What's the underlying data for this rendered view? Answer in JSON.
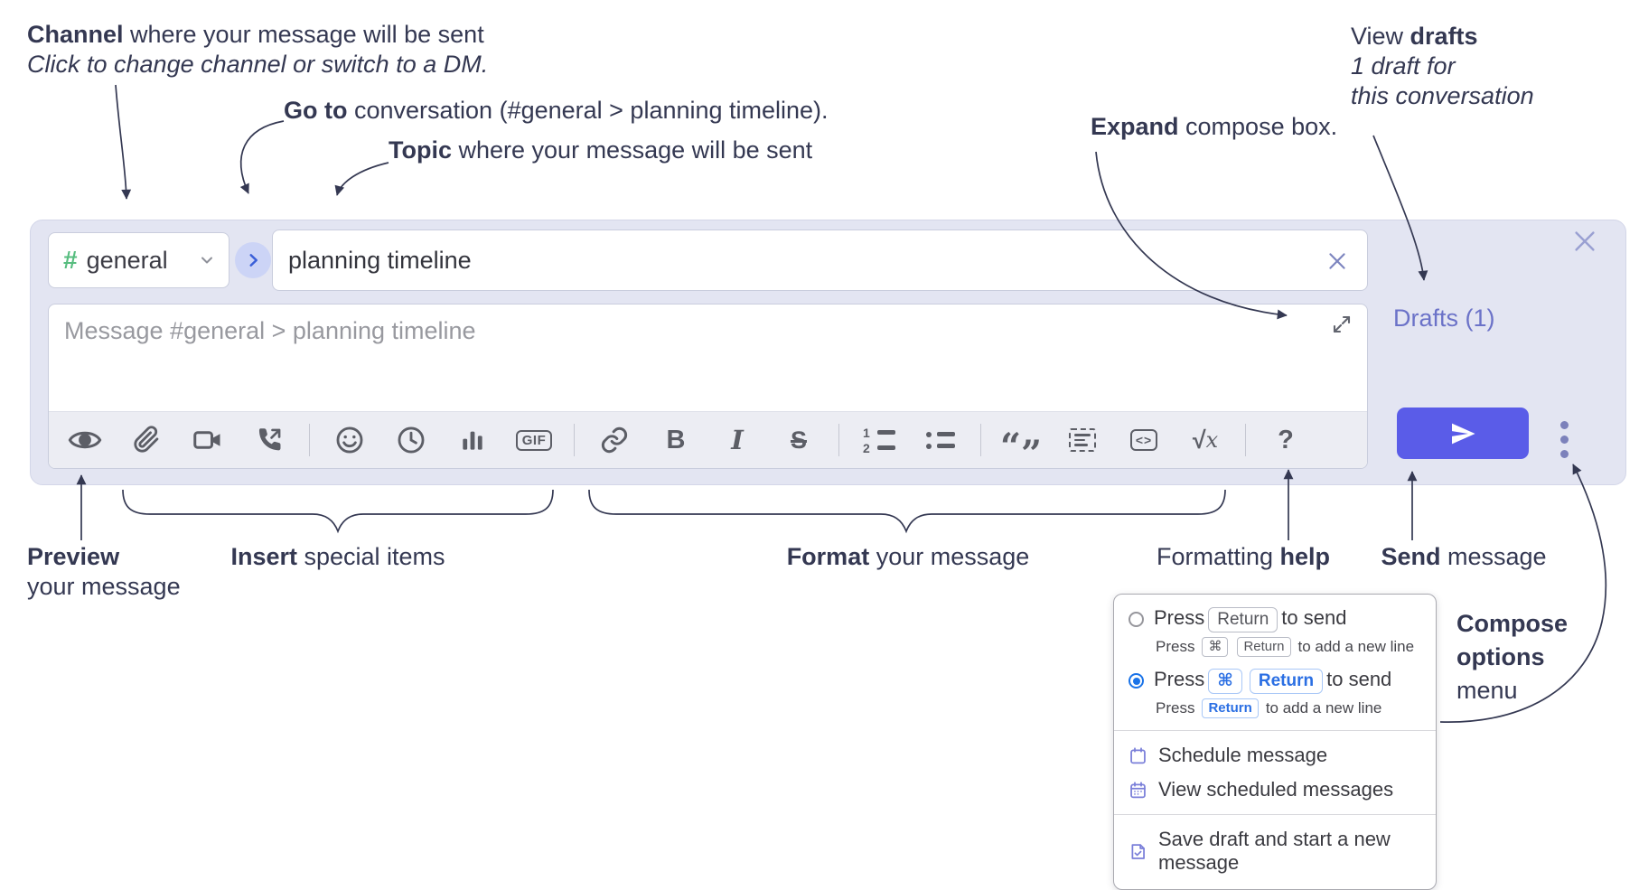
{
  "annotations": {
    "channel": {
      "bold": "Channel",
      "rest": " where your message will be sent",
      "sub": "Click to change channel or switch to a DM."
    },
    "goto": {
      "bold": "Go to",
      "rest": " conversation (#general > planning timeline)."
    },
    "topic": {
      "bold": "Topic",
      "rest": " where your message will be sent"
    },
    "expand": {
      "bold": "Expand",
      "rest": " compose box."
    },
    "drafts": {
      "pre": "View ",
      "bold": "drafts",
      "sub1": "1 draft for",
      "sub2": "this conversation"
    },
    "preview": {
      "bold": "Preview",
      "rest": "your message"
    },
    "insert": {
      "bold": "Insert",
      "rest": " special items"
    },
    "format": {
      "bold": "Format",
      "rest": " your message"
    },
    "help": {
      "pre": "Formatting ",
      "bold": "help"
    },
    "send": {
      "bold": "Send",
      "rest": " message"
    },
    "options": {
      "bold1": "Compose",
      "bold2": "options",
      "rest": "menu"
    }
  },
  "compose": {
    "channel_hash": "#",
    "channel_name": "general",
    "topic_value": "planning timeline",
    "message_placeholder": "Message #general > planning timeline",
    "drafts_label": "Drafts (1)"
  },
  "toolbar": {
    "gif": "GIF",
    "bold": "B",
    "italic": "I",
    "strike": "S",
    "num1": "1",
    "num2": "2",
    "quote_open": "“",
    "quote_close": "”",
    "code": "<>",
    "sqrt": "√",
    "math_x": "x",
    "help": "?"
  },
  "popup": {
    "opt1": {
      "press": "Press",
      "key": "Return",
      "after": "to send",
      "sub_press": "Press",
      "sub_key1": "⌘",
      "sub_key2": "Return",
      "sub_after": "to add a new line"
    },
    "opt2": {
      "press": "Press",
      "key1": "⌘",
      "key2": "Return",
      "after": "to send",
      "sub_press": "Press",
      "sub_key": "Return",
      "sub_after": "to add a new line"
    },
    "schedule": "Schedule message",
    "view_scheduled": "View scheduled messages",
    "save_draft": "Save draft and start a new message"
  },
  "colors": {
    "accent_send": "#5a5ce8",
    "channel_hash_green": "#57bd7f",
    "link_purple": "#6b72c8",
    "radio_blue": "#1a73e8",
    "annotation_ink": "#343852"
  }
}
